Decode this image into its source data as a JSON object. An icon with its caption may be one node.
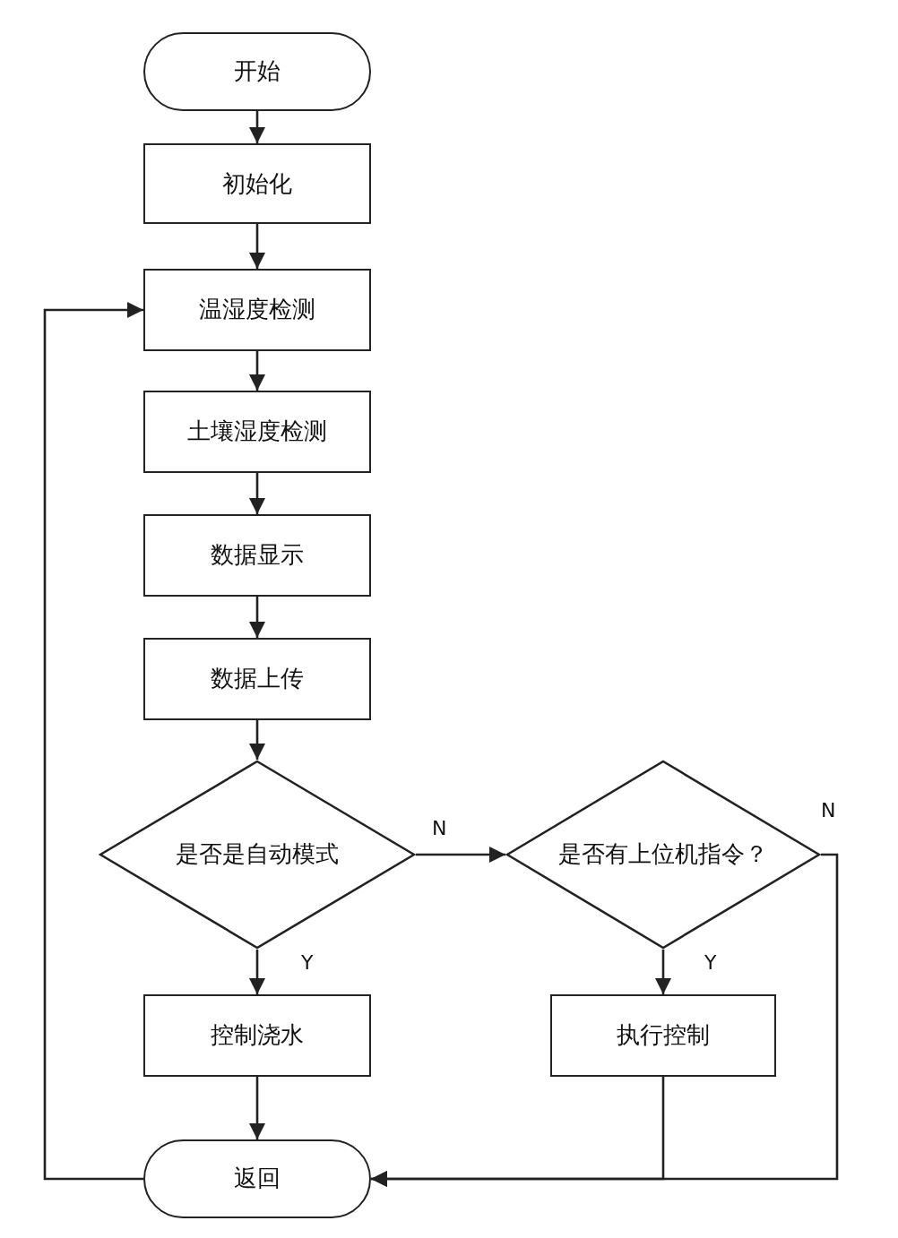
{
  "diagram": {
    "nodes": [
      {
        "text": [
          "开始"
        ]
      },
      {
        "text": [
          "初始化"
        ]
      },
      {
        "text": [
          "温湿度检测"
        ]
      },
      {
        "text": [
          "土壤湿度检测"
        ]
      },
      {
        "text": [
          "数据显示"
        ]
      },
      {
        "text": [
          "数据上传"
        ]
      },
      {
        "text": [
          "是否是自动模式"
        ]
      },
      {
        "text": [
          "是否有上位机指令？"
        ]
      },
      {
        "text": [
          "控制浇水"
        ]
      },
      {
        "text": [
          "执行控制"
        ]
      },
      {
        "text": [
          "返回"
        ]
      }
    ],
    "edges": [
      {
        "from": 0,
        "to": 1,
        "arrow": "to"
      },
      {
        "from": 1,
        "to": 2,
        "arrow": "to"
      },
      {
        "from": 2,
        "to": 3,
        "arrow": "to"
      },
      {
        "from": 3,
        "to": 4,
        "arrow": "to"
      },
      {
        "from": 4,
        "to": 5,
        "arrow": "to"
      },
      {
        "from": 5,
        "to": 6,
        "arrow": "to"
      },
      {
        "from": 6,
        "to": 8,
        "arrow": "to",
        "label": "Y"
      },
      {
        "from": 6,
        "to": 7,
        "arrow": "to",
        "label": "N"
      },
      {
        "from": 7,
        "to": 9,
        "arrow": "to",
        "label": "Y"
      },
      {
        "from": 7,
        "to": 10,
        "arrow": "to",
        "label": "N"
      },
      {
        "from": 9,
        "to": 10,
        "arrow": "to"
      },
      {
        "from": 8,
        "to": 10,
        "arrow": "to"
      },
      {
        "from": 10,
        "to": 2,
        "arrow": "to"
      }
    ]
  }
}
